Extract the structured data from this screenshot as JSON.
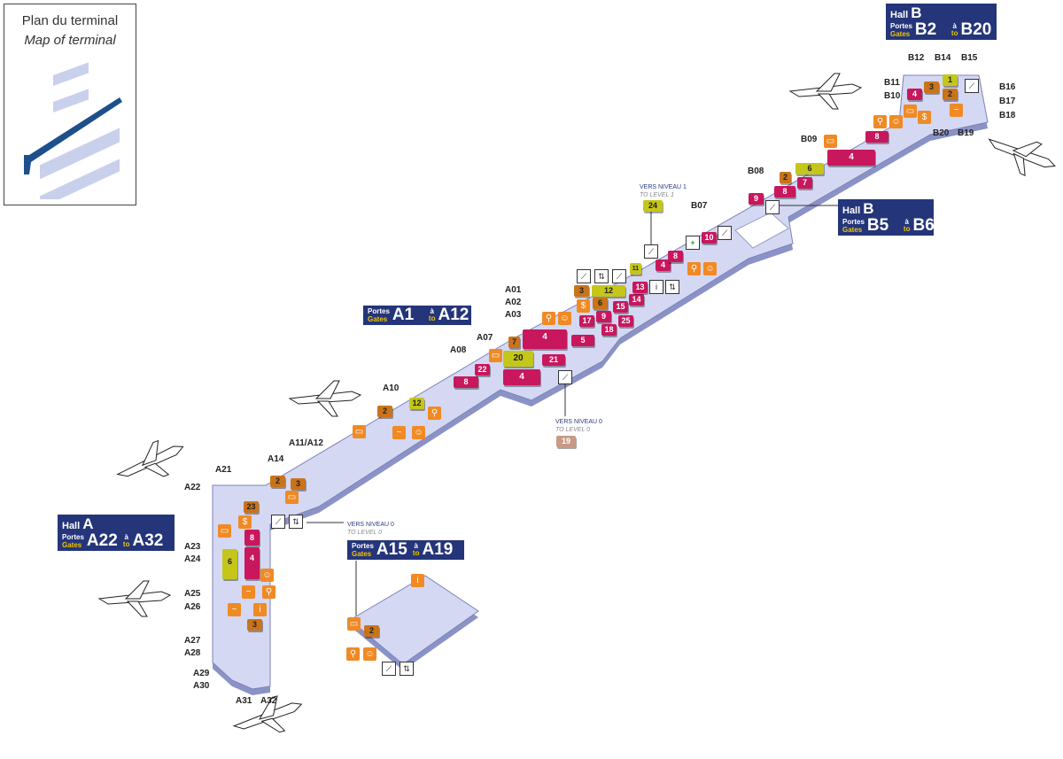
{
  "inset": {
    "title_fr": "Plan du terminal",
    "title_en": "Map of terminal"
  },
  "halls": {
    "hall_b_top": {
      "hall": "Hall",
      "letter": "B",
      "portes": "Portes",
      "gates": "Gates",
      "from": "B2",
      "a": "à",
      "to_word": "to",
      "to": "B20"
    },
    "hall_b_mid": {
      "hall": "Hall",
      "letter": "B",
      "portes": "Portes",
      "gates": "Gates",
      "from": "B5",
      "a": "à",
      "to_word": "to",
      "to": "B6"
    },
    "portes_a1": {
      "portes": "Portes",
      "gates": "Gates",
      "from": "A1",
      "a": "à",
      "to_word": "to",
      "to": "A12"
    },
    "hall_a": {
      "hall": "Hall",
      "letter": "A",
      "portes": "Portes",
      "gates": "Gates",
      "from": "A22",
      "a": "à",
      "to_word": "to",
      "to": "A32"
    },
    "portes_a15": {
      "portes": "Portes",
      "gates": "Gates",
      "from": "A15",
      "a": "à",
      "to_word": "to",
      "to": "A19"
    }
  },
  "levels": {
    "to_level_1": {
      "fr": "VERS NIVEAU 1",
      "en": "TO LEVEL 1",
      "num": "24"
    },
    "to_level_0_mid": {
      "fr": "VERS NIVEAU 0",
      "en": "TO LEVEL 0",
      "num": "19"
    },
    "to_level_0_a": {
      "fr": "VERS NIVEAU 0",
      "en": "TO LEVEL 0"
    }
  },
  "gates": [
    "B12",
    "B14",
    "B15",
    "B11",
    "B10",
    "B16",
    "B17",
    "B18",
    "B20",
    "B19",
    "B09",
    "B08",
    "B07",
    "A01",
    "A02",
    "A03",
    "A07",
    "A08",
    "A10",
    "A11/A12",
    "A14",
    "A21",
    "A22",
    "A23",
    "A24",
    "A25",
    "A26",
    "A27",
    "A28",
    "A29",
    "A30",
    "A31",
    "A32"
  ],
  "shops": [
    "8",
    "22",
    "4",
    "5",
    "4",
    "21",
    "17",
    "9",
    "15",
    "14",
    "13",
    "18",
    "25",
    "4",
    "8",
    "10",
    "9",
    "8",
    "7",
    "4",
    "8",
    "4",
    "8",
    "4",
    "20",
    "12",
    "11",
    "6",
    "12",
    "1",
    "6",
    "3",
    "6",
    "7",
    "2",
    "2",
    "3",
    "23",
    "3",
    "2",
    "2",
    "3",
    "2"
  ],
  "colors": {
    "floor": "#d4d8f3",
    "hall_badge": "#24357a",
    "shop": "#c8175d",
    "shop_alt": "#c4c61a",
    "service": "#f08a24"
  },
  "icons": [
    "airplane-icon",
    "escalator-icon",
    "elevator-icon",
    "toilets-icon",
    "baby-change-icon",
    "information-icon",
    "first-aid-icon",
    "lounge-icon",
    "currency-exchange-icon",
    "smoking-icon"
  ]
}
